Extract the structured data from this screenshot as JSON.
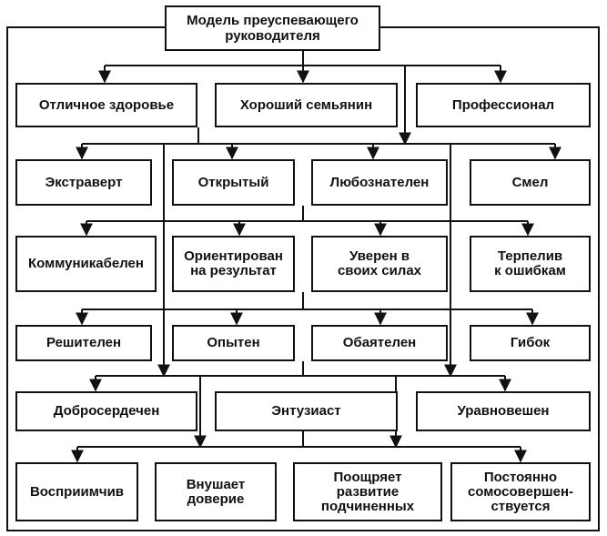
{
  "title": "Модель преуспевающего\nруководителя",
  "rows": [
    [
      "Отличное здоровье",
      "Хороший семьянин",
      "Профессионал"
    ],
    [
      "Экстраверт",
      "Открытый",
      "Любознателен",
      "Смел"
    ],
    [
      "Коммуникабелен",
      "Ориентирован\nна результат",
      "Уверен в\nсвоих силах",
      "Терпелив\nк ошибкам"
    ],
    [
      "Решителен",
      "Опытен",
      "Обаятелен",
      "Гибок"
    ],
    [
      "Добросердечен",
      "Энтузиаст",
      "Уравновешен"
    ],
    [
      "Восприимчив",
      "Внушает\nдоверие",
      "Поощряет\nразвитие\nподчиненных",
      "Постоянно\nсомосовершен-\nствуется"
    ]
  ]
}
